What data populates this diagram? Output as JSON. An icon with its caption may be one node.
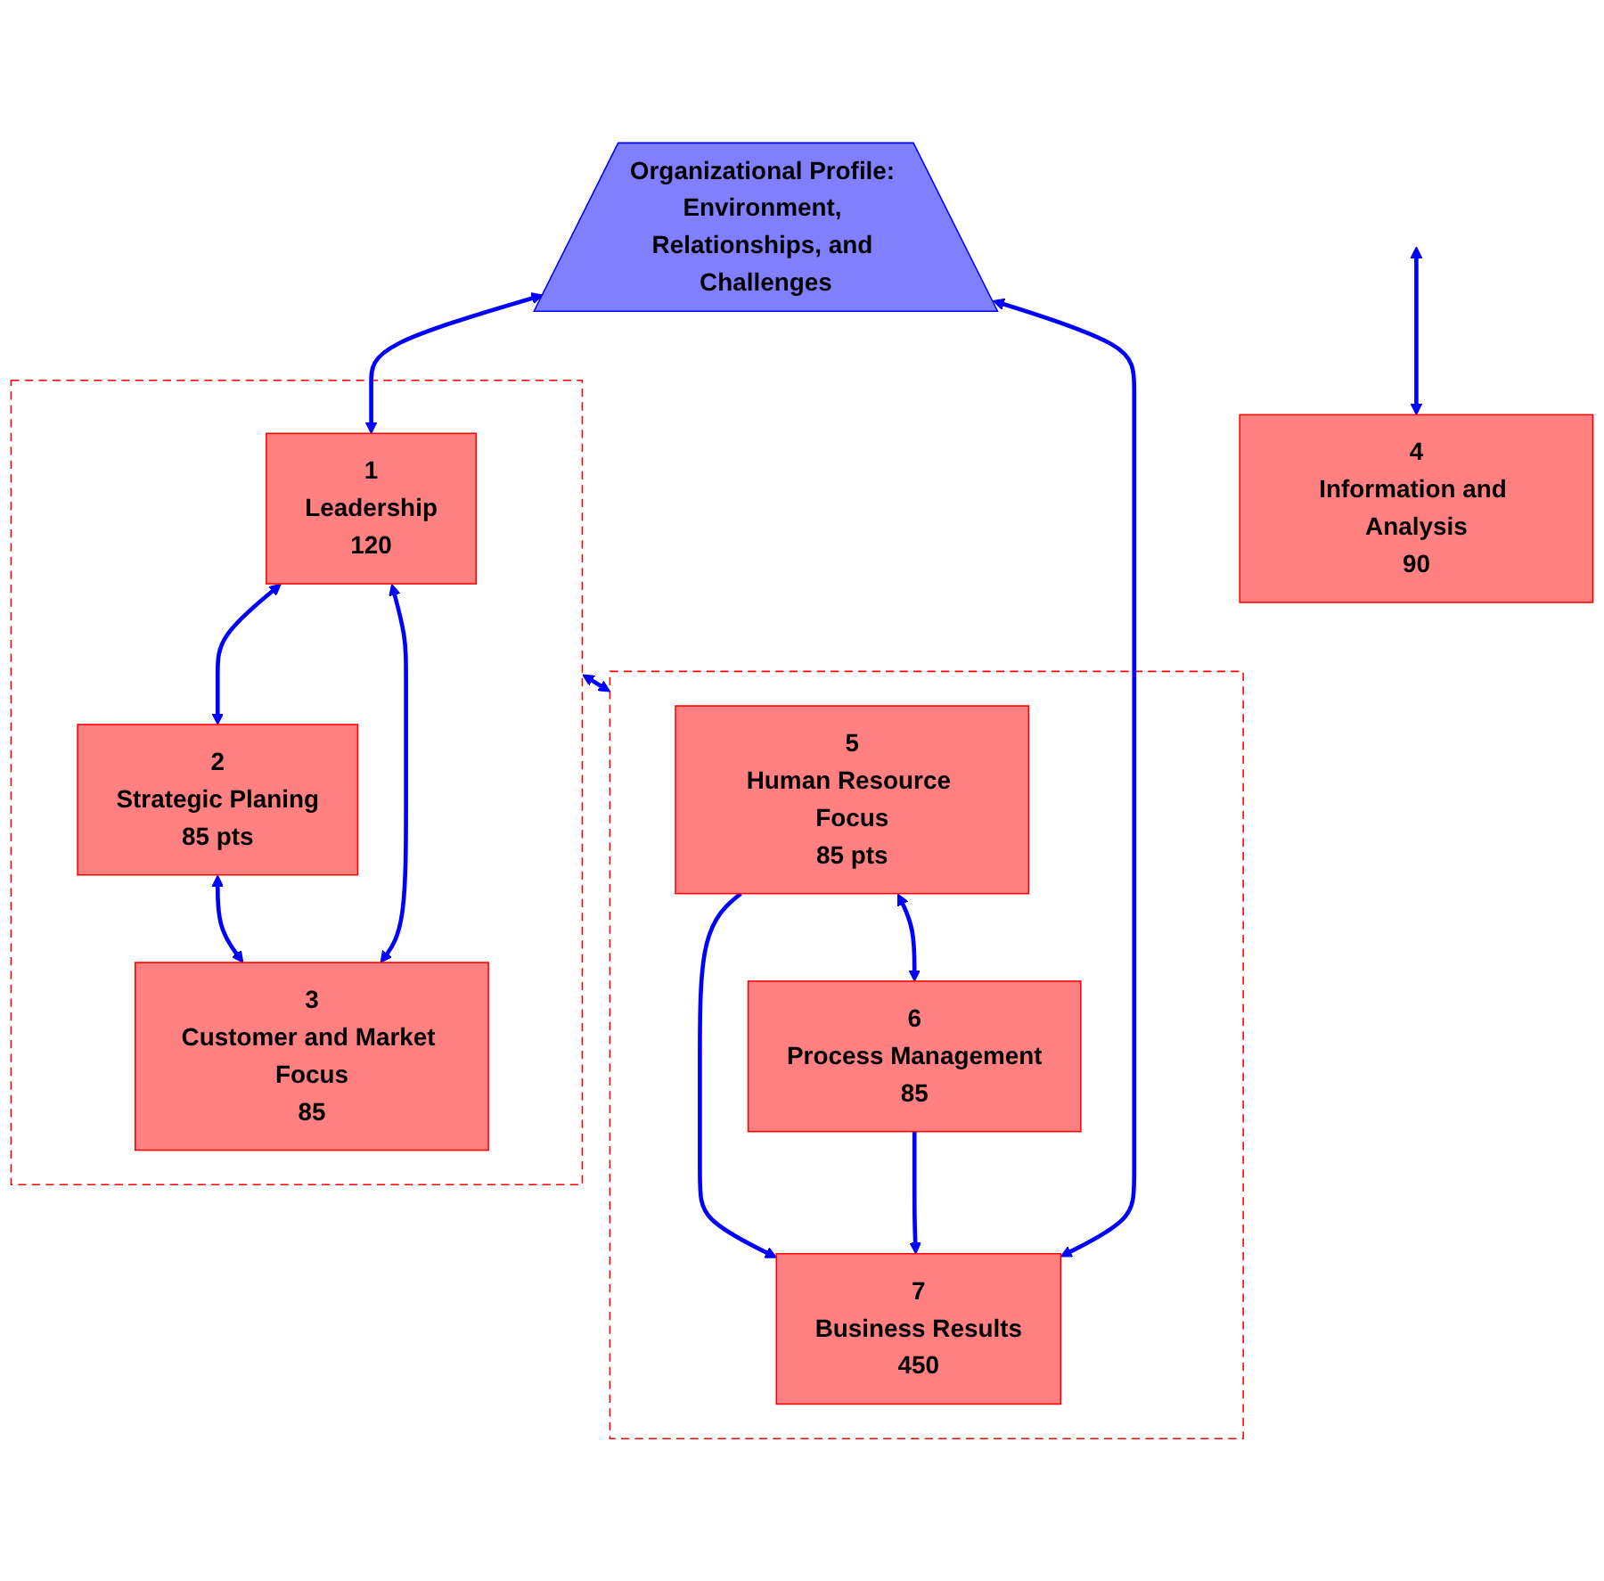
{
  "diagram": {
    "nodes": [
      {
        "text": [
          "Organizational Profile: Environment, Relationships, and Challenges"
        ]
      },
      {
        "text": [],
        "shape": "box"
      },
      {
        "text": [
          "1",
          "Leadership",
          "120"
        ],
        "in": 1
      },
      {
        "text": [
          "2",
          "Strategic Planing",
          "85 pts"
        ],
        "in": 1
      },
      {
        "text": [
          "3",
          "Customer and Market Focus",
          "85"
        ],
        "in": 1
      },
      {
        "text": [],
        "shape": "box"
      },
      {
        "text": [
          "5",
          "Human Resource Focus",
          "85 pts"
        ],
        "in": 5
      },
      {
        "text": [
          "6",
          "Process Management",
          "85"
        ],
        "in": 5
      },
      {
        "text": [
          "7",
          "Business Results",
          "450"
        ],
        "in": 5
      },
      {
        "text": [
          "4",
          "Information and Analysis",
          "90"
        ]
      }
    ],
    "edges": [
      {
        "from": 0,
        "to": 2,
        "arrow": "both"
      },
      {
        "from": 0,
        "to": 8,
        "arrow": "both"
      },
      {
        "from": 2,
        "to": 3,
        "arrow": "both"
      },
      {
        "from": 2,
        "to": 4,
        "arrow": "both"
      },
      {
        "from": 3,
        "to": 4,
        "arrow": "both"
      },
      {
        "from": 1,
        "to": 5,
        "arrow": "both"
      },
      {
        "from": 6,
        "to": 8,
        "arrow": "to"
      },
      {
        "from": 6,
        "to": 7,
        "arrow": "both"
      },
      {
        "from": 7,
        "to": 8,
        "arrow": "to"
      },
      {
        "from": null,
        "to": 9,
        "arrow": "both"
      }
    ]
  }
}
